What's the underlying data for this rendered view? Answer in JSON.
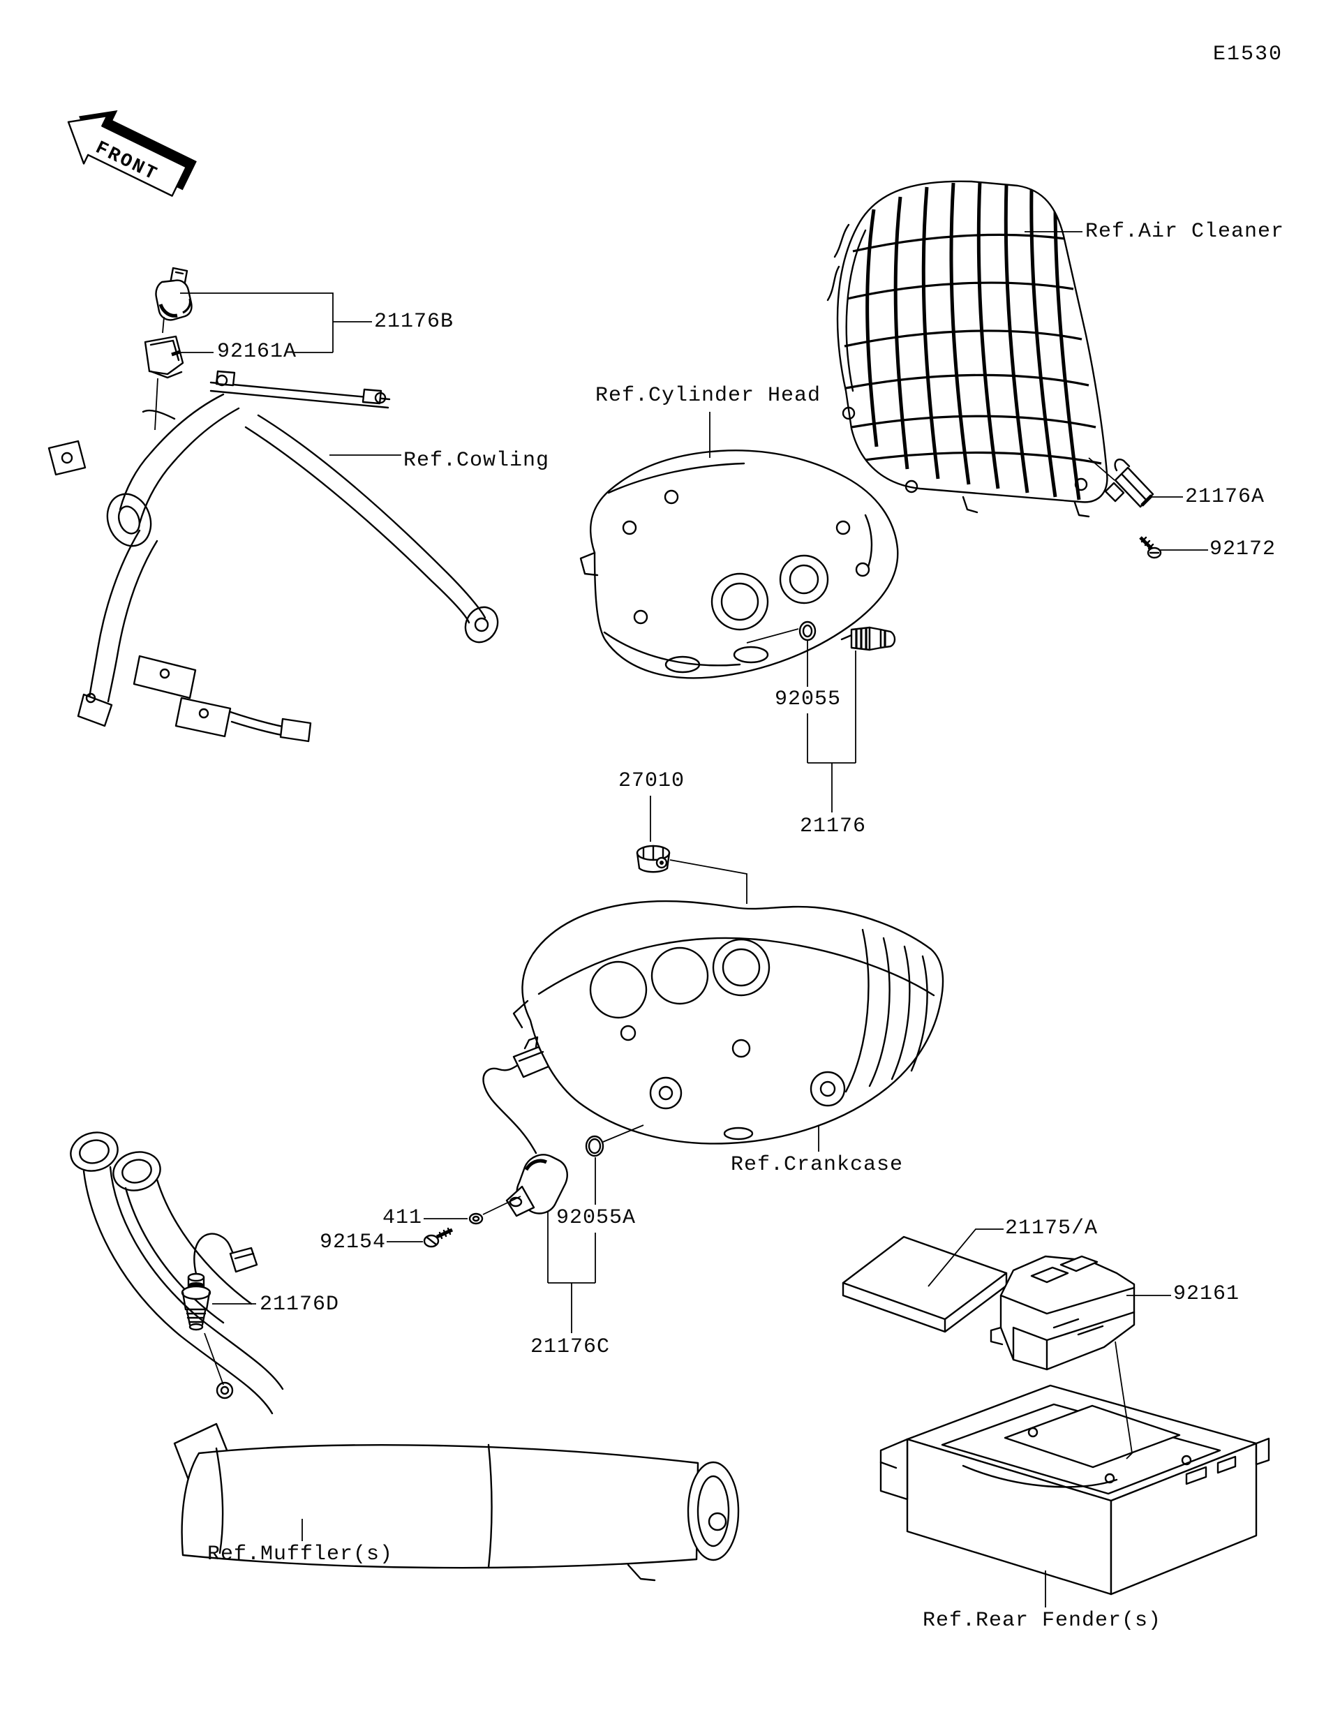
{
  "diagram": {
    "code": "E1530",
    "front_marker": "FRONT",
    "line_color": "#000000",
    "background_color": "#ffffff"
  },
  "labels": {
    "p21176B": "21176B",
    "p92161A": "92161A",
    "p21176A": "21176A",
    "p92172": "92172",
    "p92055": "92055",
    "p27010": "27010",
    "p21176": "21176",
    "p411": "411",
    "p92154": "92154",
    "p92055A": "92055A",
    "p21176D": "21176D",
    "p21176C": "21176C",
    "p21175A": "21175/A",
    "p92161": "92161",
    "ref_cowling": "Ref.Cowling",
    "ref_cylinder_head": "Ref.Cylinder Head",
    "ref_air_cleaner": "Ref.Air Cleaner",
    "ref_crankcase": "Ref.Crankcase",
    "ref_muffler": "Ref.Muffler(s)",
    "ref_rear_fender": "Ref.Rear Fender(s)"
  }
}
